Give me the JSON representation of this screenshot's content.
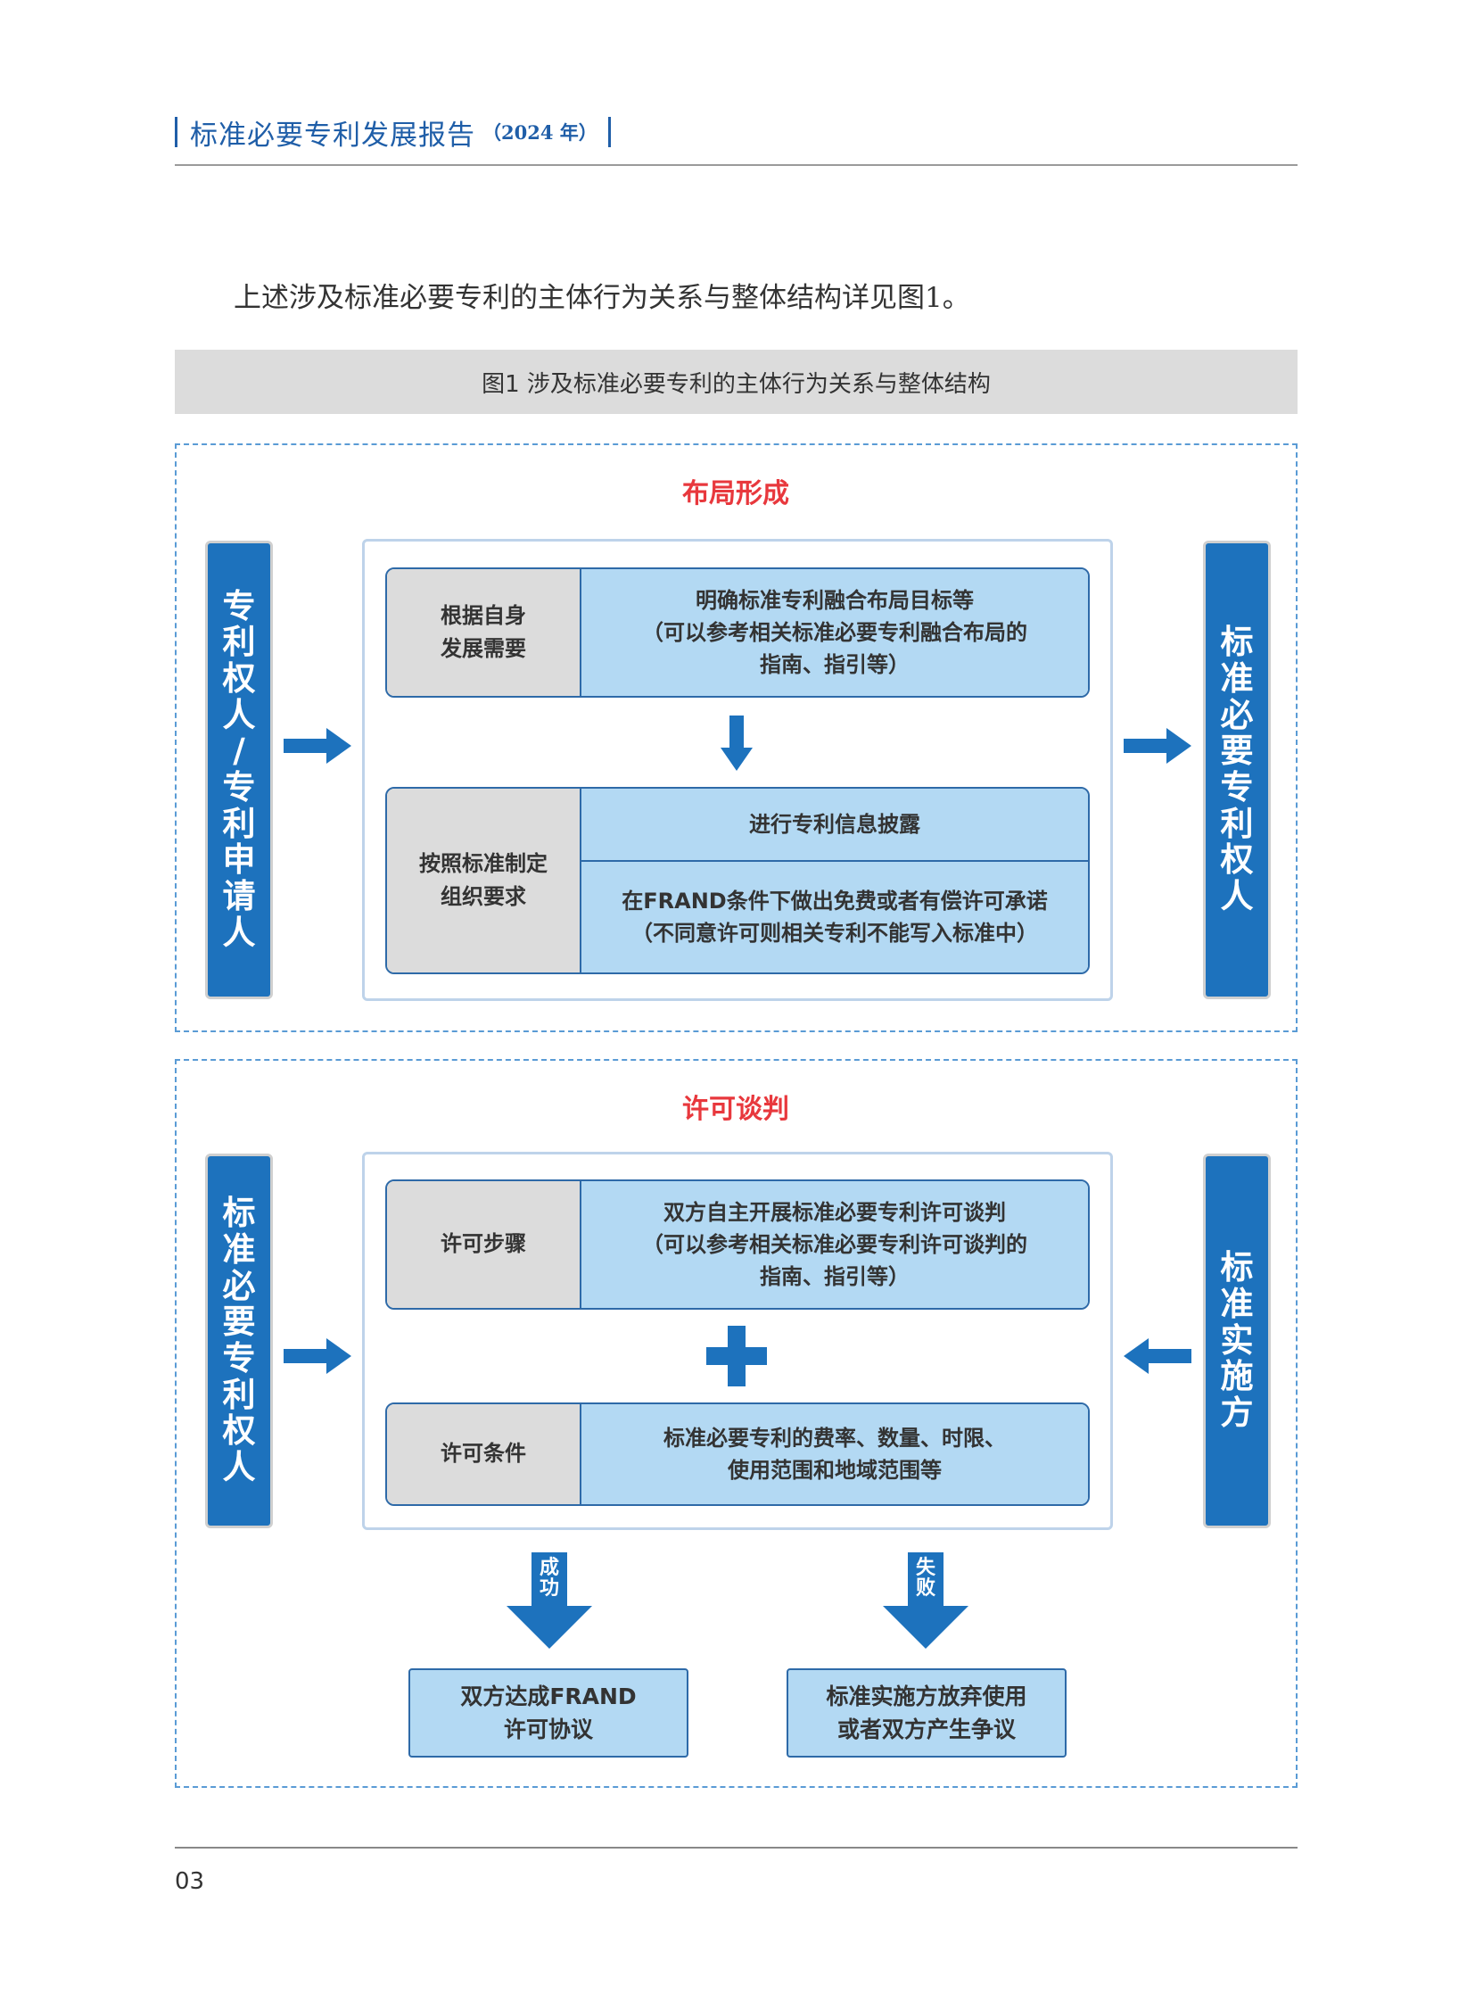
{
  "header": {
    "title": "标准必要专利发展报告",
    "year": "（2024 年）"
  },
  "intro": "上述涉及标准必要专利的主体行为关系与整体结构详见图1。",
  "figure_caption": "图1  涉及标准必要专利的主体行为关系与整体结构",
  "section1": {
    "title": "布局形成",
    "left_actor": [
      "专",
      "利",
      "权",
      "人",
      "/",
      "专",
      "利",
      "申",
      "请",
      "人"
    ],
    "right_actor": [
      "标",
      "准",
      "必",
      "要",
      "专",
      "利",
      "权",
      "人"
    ],
    "step1_label": [
      "根据自身",
      "发展需要"
    ],
    "step1_content": [
      "明确标准专利融合布局目标等",
      "（可以参考相关标准必要专利融合布局的",
      "指南、指引等）"
    ],
    "step2_label": [
      "按照标准制定",
      "组织要求"
    ],
    "step2_content_a": "进行专利信息披露",
    "step2_content_b": [
      "在FRAND条件下做出免费或者有偿许可承诺",
      "（不同意许可则相关专利不能写入标准中）"
    ]
  },
  "section2": {
    "title": "许可谈判",
    "left_actor": [
      "标",
      "准",
      "必",
      "要",
      "专",
      "利",
      "权",
      "人"
    ],
    "right_actor": [
      "标",
      "准",
      "实",
      "施",
      "方"
    ],
    "step1_label": "许可步骤",
    "step1_content": [
      "双方自主开展标准必要专利许可谈判",
      "（可以参考相关标准必要专利许可谈判的",
      "指南、指引等）"
    ],
    "step2_label": "许可条件",
    "step2_content": [
      "标准必要专利的费率、数量、时限、",
      "使用范围和地域范围等"
    ],
    "success_label": [
      "成",
      "功"
    ],
    "fail_label": [
      "失",
      "败"
    ],
    "success_result": [
      "双方达成FRAND",
      "许可协议"
    ],
    "fail_result": [
      "标准实施方放弃使用",
      "或者双方产生争议"
    ]
  },
  "page_number": "03",
  "colors": {
    "primary_blue": "#1d72bd",
    "light_blue": "#b3d9f3",
    "red_title": "#e8383d",
    "gray_label": "#dcdcdc"
  }
}
